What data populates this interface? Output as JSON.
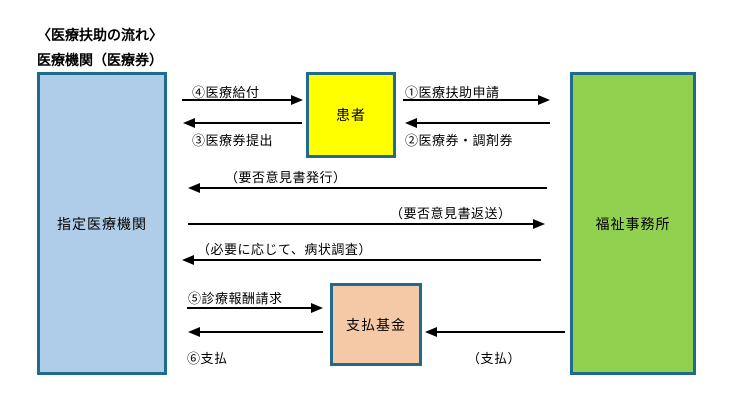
{
  "diagram": {
    "title": "〈医療扶助の流れ〉",
    "subtitle": "医療機関（医療券）",
    "boxes": {
      "medical_institution": {
        "label": "指定医療機関",
        "fill": "#afcde8"
      },
      "patient": {
        "label": "患者",
        "fill": "#ffff00"
      },
      "welfare_office": {
        "label": "福祉事務所",
        "fill": "#92d050"
      },
      "payment_fund": {
        "label": "支払基金",
        "fill": "#f5c9a5"
      }
    },
    "colors": {
      "box_border": "#1e6b8e",
      "arrow": "#000000",
      "background": "#ffffff"
    },
    "flows": [
      {
        "label": "①医療扶助申請",
        "from": "患者",
        "to": "福祉事務所"
      },
      {
        "label": "②医療券・調剤券",
        "from": "福祉事務所",
        "to": "患者"
      },
      {
        "label": "③医療券提出",
        "from": "患者",
        "to": "指定医療機関"
      },
      {
        "label": "④医療給付",
        "from": "指定医療機関",
        "to": "患者"
      },
      {
        "label": "⑤診療報酬請求",
        "from": "指定医療機関",
        "to": "支払基金"
      },
      {
        "label": "⑥支払",
        "from": "支払基金",
        "to": "指定医療機関"
      },
      {
        "label": "（要否意見書発行）",
        "from": "福祉事務所",
        "to": "指定医療機関"
      },
      {
        "label": "（要否意見書返送）",
        "from": "指定医療機関",
        "to": "福祉事務所"
      },
      {
        "label": "（必要に応じて、病状調査）",
        "from": "福祉事務所",
        "to": "指定医療機関"
      },
      {
        "label": "（支払）",
        "from": "福祉事務所",
        "to": "支払基金"
      }
    ]
  }
}
